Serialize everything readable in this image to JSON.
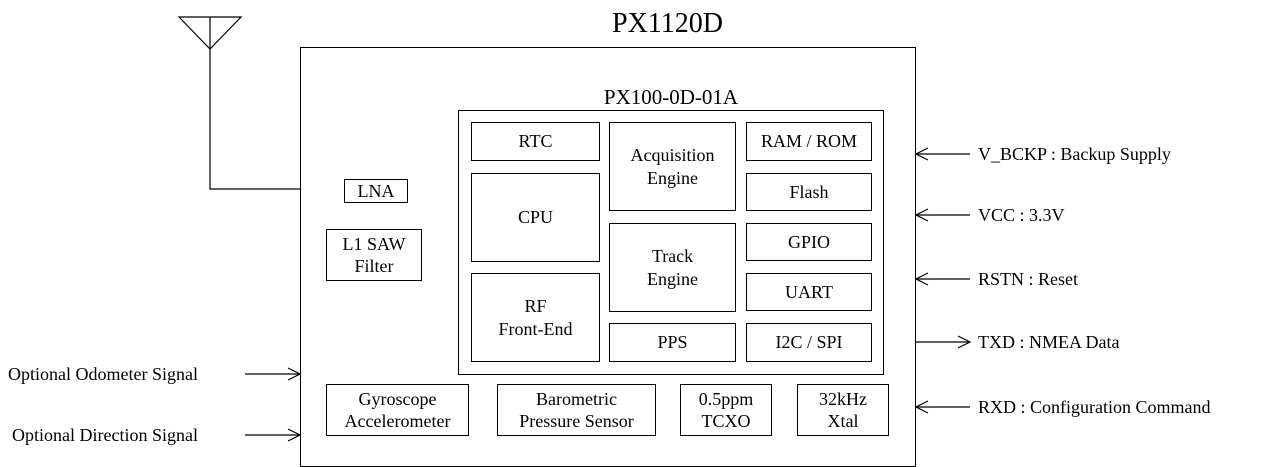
{
  "module_title": "PX1120D",
  "chip_title": "PX100-0D-01A",
  "blocks": {
    "rtc": "RTC",
    "acquisition": "Acquisition\nEngine",
    "ram_rom": "RAM / ROM",
    "flash": "Flash",
    "cpu": "CPU",
    "track": "Track\nEngine",
    "gpio": "GPIO",
    "uart": "UART",
    "rf": "RF\nFront-End",
    "pps": "PPS",
    "i2c_spi": "I2C / SPI",
    "lna": "LNA",
    "saw": "L1 SAW\nFilter",
    "gyro": "Gyroscope\nAccelerometer",
    "baro": "Barometric\nPressure Sensor",
    "tcxo": "0.5ppm\nTCXO",
    "xtal": "32kHz\nXtal"
  },
  "signals": {
    "v_bckp": "V_BCKP : Backup Supply",
    "vcc": "VCC : 3.3V",
    "rstn": "RSTN : Reset",
    "txd": "TXD : NMEA Data",
    "rxd": "RXD : Configuration Command",
    "odometer": "Optional Odometer Signal",
    "direction": "Optional Direction Signal"
  }
}
